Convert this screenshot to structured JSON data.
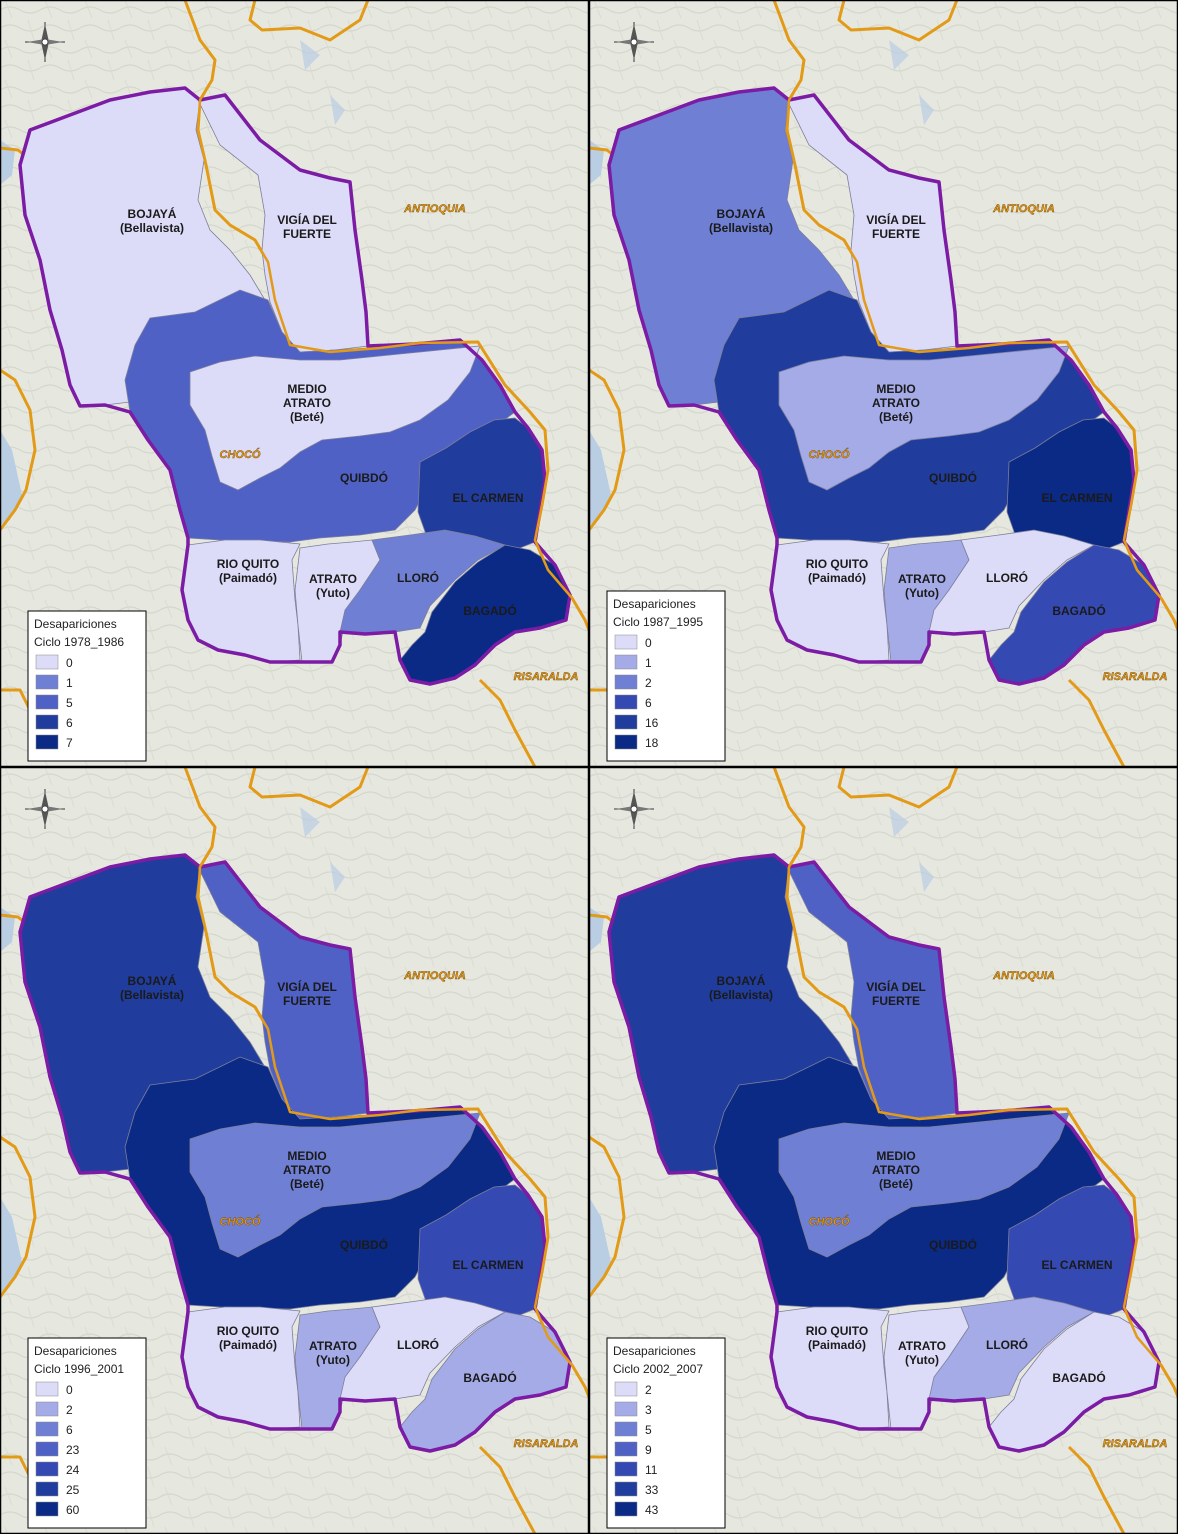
{
  "colors": {
    "background": "#dcddd6",
    "terrain": "#e6e8e0",
    "water": "#b9cde3",
    "department_border": "#e29a17",
    "region_outline": "#7c1ba3",
    "panel_frame": "#000000",
    "class_colors": [
      "#dcdcf9",
      "#a4abe6",
      "#6f7fd3",
      "#4f61c4",
      "#3549b2",
      "#203d9d",
      "#0a2a86"
    ]
  },
  "department_labels": [
    "ANTIOQUIA",
    "CHOCÓ",
    "RISARALDA"
  ],
  "icons": {
    "north_arrow": "compass-north-arrow-icon"
  },
  "panels": [
    {
      "legend": {
        "title": "Desapariciones",
        "subtitle": "Ciclo 1978_1986",
        "classes": [
          "0",
          "1",
          "5",
          "6",
          "7"
        ]
      },
      "municipalities": [
        {
          "id": "bojaya",
          "name": "BOJAYÁ",
          "seat": "(Bellavista)",
          "value": "0"
        },
        {
          "id": "vigia",
          "name": "VIGÍA DEL",
          "seat": "FUERTE",
          "value": "0"
        },
        {
          "id": "quibdo",
          "name": "QUIBDÓ",
          "seat": "",
          "value": "5"
        },
        {
          "id": "medio",
          "name": "MEDIO ATRATO",
          "seat": "(Beté)",
          "value": "0"
        },
        {
          "id": "carmen",
          "name": "EL CARMEN",
          "seat": "",
          "value": "6"
        },
        {
          "id": "rio",
          "name": "RIO QUITO",
          "seat": "(Paimadó)",
          "value": "0"
        },
        {
          "id": "atrato",
          "name": "ATRATO",
          "seat": "(Yuto)",
          "value": "0"
        },
        {
          "id": "lloro",
          "name": "LLORÓ",
          "seat": "",
          "value": "1"
        },
        {
          "id": "bagado",
          "name": "BAGADÓ",
          "seat": "",
          "value": "7"
        }
      ]
    },
    {
      "legend": {
        "title": "Desapariciones",
        "subtitle": "Ciclo 1987_1995",
        "classes": [
          "0",
          "1",
          "2",
          "6",
          "16",
          "18"
        ]
      },
      "municipalities": [
        {
          "id": "bojaya",
          "name": "BOJAYÁ",
          "seat": "(Bellavista)",
          "value": "2"
        },
        {
          "id": "vigia",
          "name": "VIGÍA DEL",
          "seat": "FUERTE",
          "value": "0"
        },
        {
          "id": "quibdo",
          "name": "QUIBDÓ",
          "seat": "",
          "value": "16"
        },
        {
          "id": "medio",
          "name": "MEDIO ATRATO",
          "seat": "(Beté)",
          "value": "1"
        },
        {
          "id": "carmen",
          "name": "EL CARMEN",
          "seat": "",
          "value": "18"
        },
        {
          "id": "rio",
          "name": "RIO QUITO",
          "seat": "(Paimadó)",
          "value": "0"
        },
        {
          "id": "atrato",
          "name": "ATRATO",
          "seat": "(Yuto)",
          "value": "1"
        },
        {
          "id": "lloro",
          "name": "LLORÓ",
          "seat": "",
          "value": "0"
        },
        {
          "id": "bagado",
          "name": "BAGADÓ",
          "seat": "",
          "value": "6"
        }
      ]
    },
    {
      "legend": {
        "title": "Desapariciones",
        "subtitle": "Ciclo 1996_2001",
        "classes": [
          "0",
          "2",
          "6",
          "23",
          "24",
          "25",
          "60"
        ]
      },
      "municipalities": [
        {
          "id": "bojaya",
          "name": "BOJAYÁ",
          "seat": "(Bellavista)",
          "value": "25"
        },
        {
          "id": "vigia",
          "name": "VIGÍA DEL",
          "seat": "FUERTE",
          "value": "23"
        },
        {
          "id": "quibdo",
          "name": "QUIBDÓ",
          "seat": "",
          "value": "60"
        },
        {
          "id": "medio",
          "name": "MEDIO ATRATO",
          "seat": "(Beté)",
          "value": "6"
        },
        {
          "id": "carmen",
          "name": "EL CARMEN",
          "seat": "",
          "value": "24"
        },
        {
          "id": "rio",
          "name": "RIO QUITO",
          "seat": "(Paimadó)",
          "value": "0"
        },
        {
          "id": "atrato",
          "name": "ATRATO",
          "seat": "(Yuto)",
          "value": "2"
        },
        {
          "id": "lloro",
          "name": "LLORÓ",
          "seat": "",
          "value": "0"
        },
        {
          "id": "bagado",
          "name": "BAGADÓ",
          "seat": "",
          "value": "2"
        }
      ]
    },
    {
      "legend": {
        "title": "Desapariciones",
        "subtitle": "Ciclo 2002_2007",
        "classes": [
          "2",
          "3",
          "5",
          "9",
          "11",
          "33",
          "43"
        ]
      },
      "municipalities": [
        {
          "id": "bojaya",
          "name": "BOJAYÁ",
          "seat": "(Bellavista)",
          "value": "33"
        },
        {
          "id": "vigia",
          "name": "VIGÍA DEL",
          "seat": "FUERTE",
          "value": "9"
        },
        {
          "id": "quibdo",
          "name": "QUIBDÓ",
          "seat": "",
          "value": "43"
        },
        {
          "id": "medio",
          "name": "MEDIO ATRATO",
          "seat": "(Beté)",
          "value": "5"
        },
        {
          "id": "carmen",
          "name": "EL CARMEN",
          "seat": "",
          "value": "11"
        },
        {
          "id": "rio",
          "name": "RIO QUITO",
          "seat": "(Paimadó)",
          "value": "2"
        },
        {
          "id": "atrato",
          "name": "ATRATO",
          "seat": "(Yuto)",
          "value": "2"
        },
        {
          "id": "lloro",
          "name": "LLORÓ",
          "seat": "",
          "value": "3"
        },
        {
          "id": "bagado",
          "name": "BAGADÓ",
          "seat": "",
          "value": "2"
        }
      ]
    }
  ]
}
